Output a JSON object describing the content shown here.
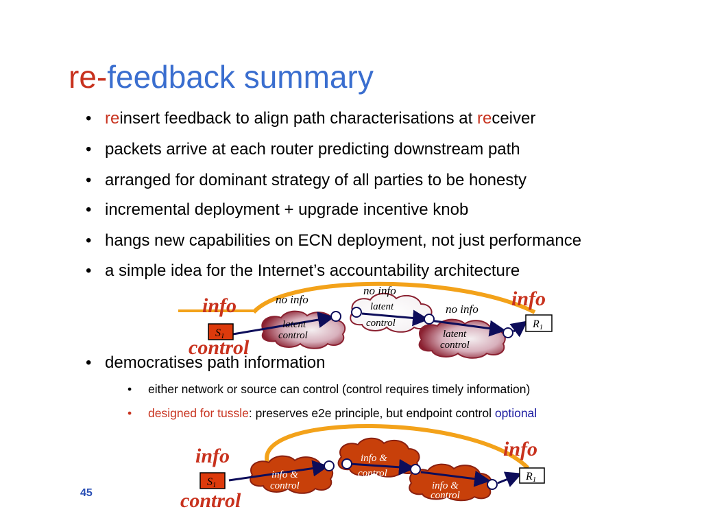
{
  "title": {
    "prefix": "re-",
    "main": "feedback summary"
  },
  "bullets": [
    {
      "pre": "re",
      "mid": "insert feedback to align path characterisations at ",
      "hl": "re",
      "post": "ceiver"
    },
    {
      "text": "packets arrive at each router predicting downstream path"
    },
    {
      "text": "arranged for dominant strategy of all parties to be honesty"
    },
    {
      "text": "incremental deployment + upgrade incentive knob"
    },
    {
      "text": "hangs new capabilities on ECN deployment, not just performance"
    },
    {
      "text": "a simple idea for the Internet’s accountability architecture"
    },
    {
      "text": "democratises path information"
    }
  ],
  "sub_bullets": [
    {
      "text": "either network or source can control (control requires timely information)"
    },
    {
      "hl": "designed for tussle",
      "mid": ": preserves e2e principle, but endpoint control ",
      "post": "optional"
    }
  ],
  "diagram1": {
    "info_left": "info",
    "info_right": "info",
    "control": "control",
    "source": "S",
    "source_sub": "1",
    "receiver": "R",
    "receiver_sub": "1",
    "clouds": [
      {
        "top_label": "no info",
        "line1": "latent",
        "line2": "control"
      },
      {
        "top_label": "no info",
        "line1": "latent",
        "line2": "control"
      },
      {
        "top_label": "no info",
        "line1": "latent",
        "line2": "control"
      }
    ]
  },
  "diagram2": {
    "info_left": "info",
    "info_right": "info",
    "control": "control",
    "source": "S",
    "source_sub": "1",
    "receiver": "R",
    "receiver_sub": "1",
    "clouds": [
      {
        "line1": "info &",
        "line2": "control"
      },
      {
        "line1": "info &",
        "line2": "control"
      },
      {
        "line1": "info &",
        "line2": "control"
      }
    ]
  },
  "page_number": "45",
  "colors": {
    "title_prefix": "#c8321e",
    "title_main": "#3a6ecf",
    "highlight": "#c8321e",
    "optional": "#1a1aa0",
    "arc": "#f3a21a",
    "cloud_dark": "#c8400a",
    "cloud_light": "#f2e6ea",
    "cloud_mid": "#8a2030",
    "arrow": "#0d0d5a"
  }
}
